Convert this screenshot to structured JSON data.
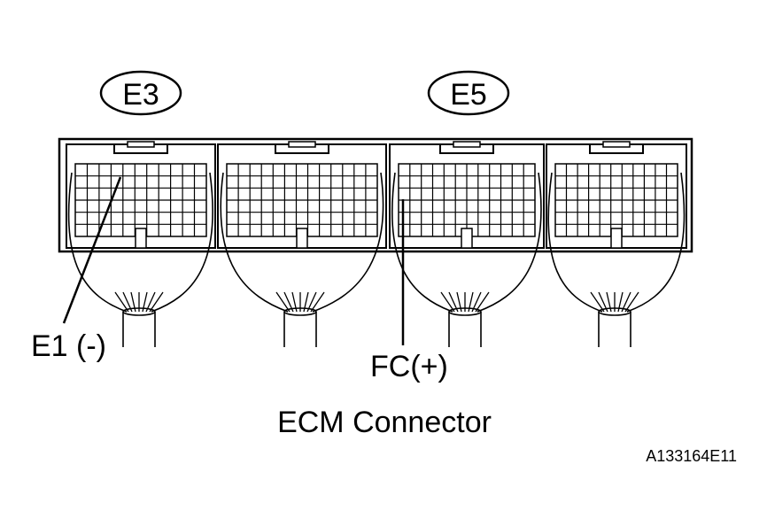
{
  "connectors": [
    {
      "id": "E3",
      "label": "E3"
    },
    {
      "id": "E5",
      "label": "E5"
    }
  ],
  "terminals": [
    {
      "id": "e1",
      "label": "E1 (-)"
    },
    {
      "id": "fc",
      "label": "FC(+)"
    }
  ],
  "caption": "ECM Connector",
  "figure_code": "A133164E11",
  "line_color": "#000000"
}
